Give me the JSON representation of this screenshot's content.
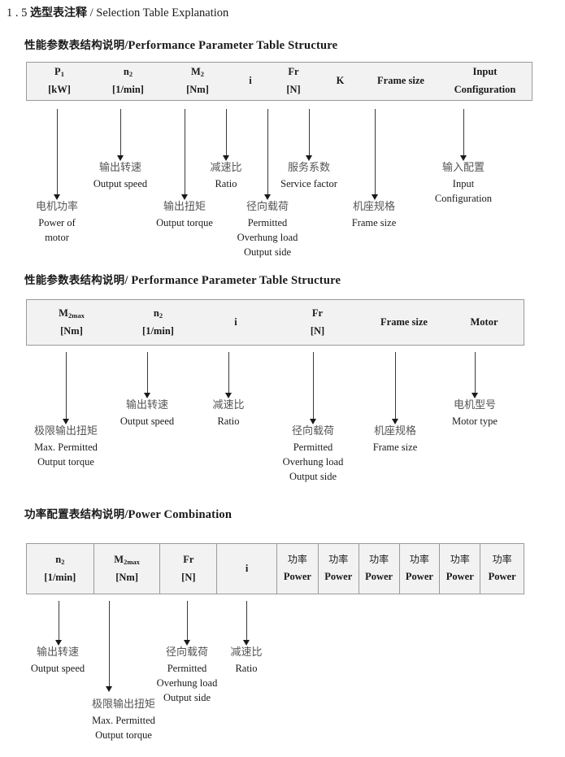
{
  "document": {
    "section_number": "1 . 5",
    "title_cn": "选型表注释",
    "title_sep": "/",
    "title_en": "Selection Table Explanation"
  },
  "sections": [
    {
      "heading_cn": "性能参数表结构说明",
      "heading_sep": "/",
      "heading_en": "Performance Parameter Table Structure",
      "table": {
        "divided": false,
        "columns": [
          {
            "line1": "P",
            "sub1": "1",
            "line2": "[kW]"
          },
          {
            "line1": "n",
            "sub1": "2",
            "line2": "[1/min]"
          },
          {
            "line1": "M",
            "sub1": "2",
            "line2": "[Nm]"
          },
          {
            "line1": "i",
            "sub1": "",
            "line2": ""
          },
          {
            "line1": "Fr",
            "sub1": "",
            "line2": "[N]"
          },
          {
            "line1": "K",
            "sub1": "",
            "line2": ""
          },
          {
            "line1": "Frame size",
            "sub1": "",
            "line2": ""
          },
          {
            "line1": "Input",
            "sub1": "",
            "line2": "Configuration"
          }
        ]
      },
      "notes": [
        {
          "cn": "电机功率",
          "en": [
            "Power of",
            "motor"
          ]
        },
        {
          "cn": "输出转速",
          "en": [
            "Output speed"
          ]
        },
        {
          "cn": "输出扭矩",
          "en": [
            "Output torque"
          ]
        },
        {
          "cn": "减速比",
          "en": [
            "Ratio"
          ]
        },
        {
          "cn": "径向载荷",
          "en": [
            "Permitted",
            "Overhung load",
            "Output side"
          ]
        },
        {
          "cn": "服务系数",
          "en": [
            "Service factor"
          ]
        },
        {
          "cn": "机座规格",
          "en": [
            "Frame size"
          ]
        },
        {
          "cn": "输入配置",
          "en": [
            "Input",
            "Configuration"
          ]
        }
      ]
    },
    {
      "heading_cn": "性能参数表结构说明",
      "heading_sep": "/",
      "heading_en": "Performance Parameter Table Structure",
      "table": {
        "divided": false,
        "columns": [
          {
            "line1": "M",
            "sub1": "2max",
            "line2": "[Nm]"
          },
          {
            "line1": "n",
            "sub1": "2",
            "line2": "[1/min]"
          },
          {
            "line1": "i",
            "sub1": "",
            "line2": ""
          },
          {
            "line1": "Fr",
            "sub1": "",
            "line2": "[N]"
          },
          {
            "line1": "Frame size",
            "sub1": "",
            "line2": ""
          },
          {
            "line1": "Motor",
            "sub1": "",
            "line2": ""
          }
        ]
      },
      "notes": [
        {
          "cn": "极限输出扭矩",
          "en": [
            "Max. Permitted",
            "Output  torque"
          ]
        },
        {
          "cn": "输出转速",
          "en": [
            "Output speed"
          ]
        },
        {
          "cn": "减速比",
          "en": [
            "Ratio"
          ]
        },
        {
          "cn": "径向载荷",
          "en": [
            "Permitted",
            "Overhung load",
            "Output side"
          ]
        },
        {
          "cn": "机座规格",
          "en": [
            "Frame size"
          ]
        },
        {
          "cn": "电机型号",
          "en": [
            "Motor type"
          ]
        }
      ]
    },
    {
      "heading_cn": "功率配置表结构说明",
      "heading_sep": "/",
      "heading_en": "Power Combination",
      "table": {
        "divided": true,
        "columns": [
          {
            "line1": "n",
            "sub1": "2",
            "line2": "[1/min]"
          },
          {
            "line1": "M",
            "sub1": "2max",
            "line2": "[Nm]"
          },
          {
            "line1": "Fr",
            "sub1": "",
            "line2": "[N]"
          },
          {
            "line1": "i",
            "sub1": "",
            "line2": ""
          },
          {
            "cjk": "功率",
            "line2": "Power"
          },
          {
            "cjk": "功率",
            "line2": "Power"
          },
          {
            "cjk": "功率",
            "line2": "Power"
          },
          {
            "cjk": "功率",
            "line2": "Power"
          },
          {
            "cjk": "功率",
            "line2": "Power"
          },
          {
            "cjk": "功率",
            "line2": "Power"
          }
        ]
      },
      "notes": [
        {
          "cn": "输出转速",
          "en": [
            "Output speed"
          ]
        },
        {
          "cn": "极限输出扭矩",
          "en": [
            "Max. Permitted",
            "Output  torque"
          ]
        },
        {
          "cn": "径向载荷",
          "en": [
            "Permitted",
            "Overhung load",
            "Output side"
          ]
        },
        {
          "cn": "减速比",
          "en": [
            "Ratio"
          ]
        }
      ]
    }
  ]
}
